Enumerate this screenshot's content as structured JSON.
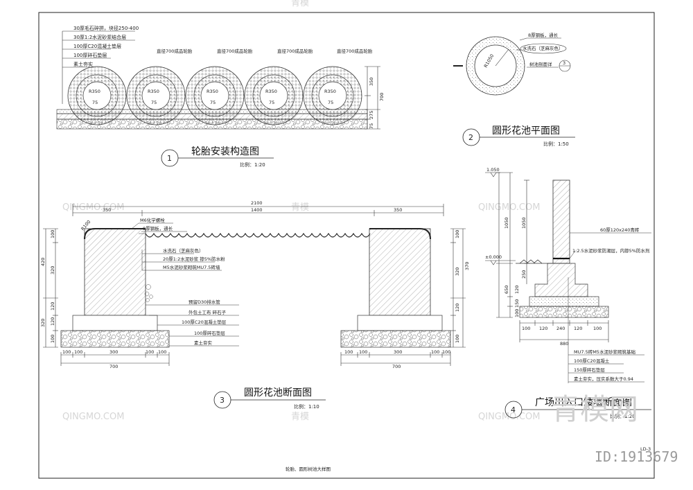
{
  "watermark": {
    "text": "QINGMO.COM",
    "brand_text": "青模",
    "big_text": "青模网",
    "id_text": "ID:1913679"
  },
  "drawing1": {
    "number": "1",
    "title": "轮胎安装构造图",
    "scale": "比例：1:20",
    "layers": [
      "30厚毛石碎拼，块径250-400",
      "30厚1:2水泥砂浆结合层",
      "100厚C20混凝土垫层",
      "100厚碎石垫层",
      "素土夯实"
    ],
    "tire_label": "直径700成品轮胎",
    "tire_dims": [
      "R350",
      "75"
    ],
    "side_dims": [
      "350",
      "700",
      "275",
      "75"
    ]
  },
  "drawing2": {
    "number": "2",
    "title": "圆形花池平面图",
    "scale": "比例：1:50",
    "labels": [
      "8厚钢板，通长",
      "水洗石（芝麻灰色）",
      "树池剖面详"
    ],
    "ref": "3",
    "radius": "R1050"
  },
  "drawing3": {
    "number": "3",
    "title": "圆形花池断面图",
    "scale": "比例：1:10",
    "top_dims": [
      "2100",
      "350",
      "1400",
      "350"
    ],
    "radius": "R100",
    "labels": [
      "M6化学螺栓",
      "8厚钢板，通长",
      "水洗石（芝麻灰色）",
      "20厚1:2水泥砂浆 掺5%防水粉",
      "M5水泥砂浆砌筑MU7.5砖墙",
      "预留D30排水管",
      "外包土工布  碎石子",
      "100厚C20混凝土垫层",
      "100厚碎石垫层",
      "素土夯实"
    ],
    "left_dims": [
      "100",
      "420",
      "320",
      "120",
      "320",
      "120",
      "100"
    ],
    "right_dims": [
      "100",
      "370",
      "320",
      "120",
      "100"
    ],
    "bottom_dims_left": [
      "100",
      "100",
      "300",
      "100",
      "100"
    ],
    "bottom_dims_right": [
      "100",
      "100",
      "300",
      "100",
      "100"
    ],
    "bottom_total": "700"
  },
  "drawing4": {
    "number": "4",
    "title": "广场出入口矮墙断面图",
    "scale": "比例：1:20",
    "elev_top": "1.050",
    "elev_zero": "±0.000",
    "left_dims": [
      "1050",
      "650",
      "120",
      "150",
      "100"
    ],
    "inner_dims": [
      "1050",
      "250"
    ],
    "labels": [
      "60厚120x240青砖",
      "1:2.5水泥砂浆防潮层，内掺5%防水剂",
      "MU7.5砖M5水泥砂浆砌筑基础",
      "100厚C20混凝土",
      "150厚碎石垫层",
      "素土夯实，压实系数大于0.94"
    ],
    "bottom_dims": [
      "100",
      "120",
      "240",
      "120",
      "100"
    ],
    "bottom_total": "880"
  },
  "sheet": {
    "code": "LD-3",
    "footer_title": "轮胎、圆形树池大样图"
  }
}
